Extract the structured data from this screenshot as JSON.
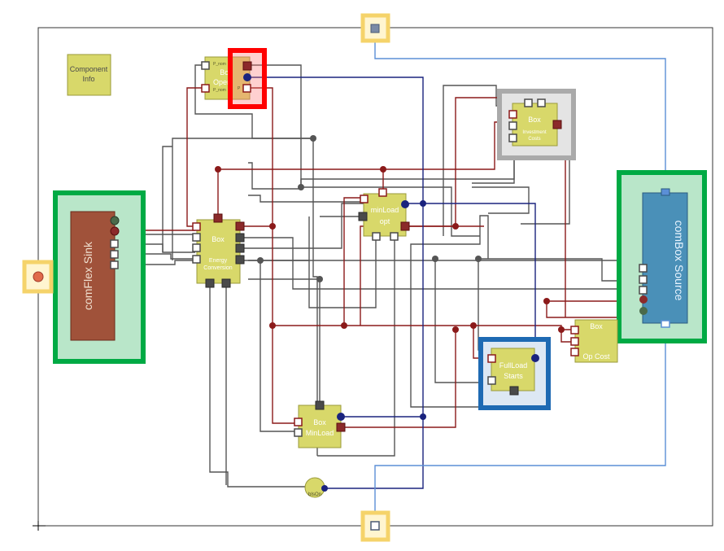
{
  "diagram": {
    "component_info": {
      "line1": "Component",
      "line2": "Info"
    },
    "sink": {
      "label": "comFlex Sink",
      "fill": "#a0523a"
    },
    "source": {
      "label": "comBox Source",
      "fill": "#4a90b8"
    },
    "energy_conversion": {
      "line1": "Box",
      "line2": "Energy",
      "line3": "Conversion"
    },
    "operation": {
      "line1": "Box",
      "line2": "Oper",
      "pin1": "P_nom",
      "pin2": "P_nom",
      "pin3": "P"
    },
    "investment": {
      "line1": "Box",
      "line2": "Investment",
      "line3": "Costs"
    },
    "minload_opt": {
      "line1": "minLoad",
      "line2": "opt"
    },
    "op_cost": {
      "line1": "Box",
      "line2": "Op Cost"
    },
    "fullload": {
      "line1": "FullLoad",
      "line2": "Starts"
    },
    "minload_box": {
      "line1": "Box",
      "line2": "MinLoad"
    },
    "bisox": {
      "label": "bIsOn"
    },
    "highlight_colors": {
      "green": "#00aa44",
      "red": "#ff0000",
      "gray": "#aaaaaa",
      "blue": "#1e6ab3",
      "yellow": "#f5d36a"
    }
  }
}
